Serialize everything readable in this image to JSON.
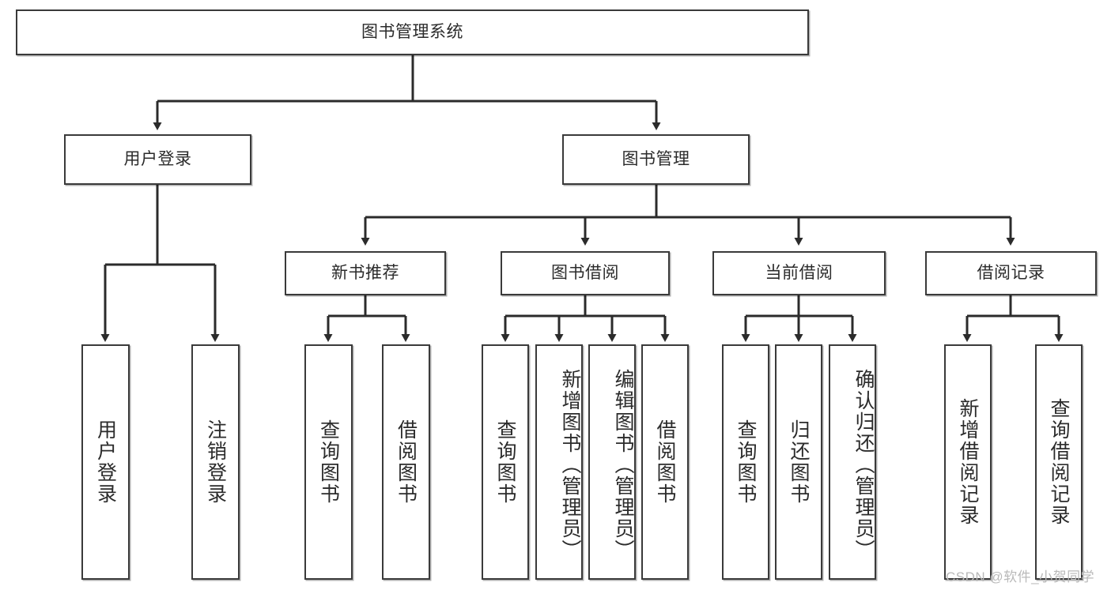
{
  "diagram": {
    "type": "tree",
    "title": "图书管理系统",
    "watermark": "CSDN @软件_小贺同学",
    "colors": {
      "box_border": "#3a3a3a",
      "box_fill": "#ffffff",
      "connector": "#2b2b2b",
      "text": "#2b2b2b",
      "watermark": "#b9b9b9"
    },
    "nodes": {
      "root": {
        "label": "图书管理系统",
        "level": 0
      },
      "l1": [
        {
          "id": "user-login",
          "label": "用户登录"
        },
        {
          "id": "book-manage",
          "label": "图书管理"
        }
      ],
      "l2": [
        {
          "id": "new-book-recommend",
          "label": "新书推荐"
        },
        {
          "id": "book-borrow",
          "label": "图书借阅"
        },
        {
          "id": "current-borrow",
          "label": "当前借阅"
        },
        {
          "id": "borrow-record",
          "label": "借阅记录"
        }
      ],
      "leaves": {
        "user-login": [
          {
            "id": "leaf-user-login",
            "label": "用户登录"
          },
          {
            "id": "leaf-logout-login",
            "label": "注销登录"
          }
        ],
        "new-book-recommend": [
          {
            "id": "leaf-query-book-1",
            "label": "查询图书"
          },
          {
            "id": "leaf-borrow-book-1",
            "label": "借阅图书"
          }
        ],
        "book-borrow": [
          {
            "id": "leaf-query-book-2",
            "label": "查询图书"
          },
          {
            "id": "leaf-add-book-admin",
            "label": "新增图书（管理员）"
          },
          {
            "id": "leaf-edit-book-admin",
            "label": "编辑图书（管理员）"
          },
          {
            "id": "leaf-borrow-book-2",
            "label": "借阅图书"
          }
        ],
        "current-borrow": [
          {
            "id": "leaf-query-book-3",
            "label": "查询图书"
          },
          {
            "id": "leaf-return-book",
            "label": "归还图书"
          },
          {
            "id": "leaf-confirm-return-admin",
            "label": "确认归还（管理员）"
          }
        ],
        "borrow-record": [
          {
            "id": "leaf-add-borrow-record",
            "label": "新增借阅记录"
          },
          {
            "id": "leaf-query-borrow-record",
            "label": "查询借阅记录"
          }
        ]
      }
    }
  }
}
